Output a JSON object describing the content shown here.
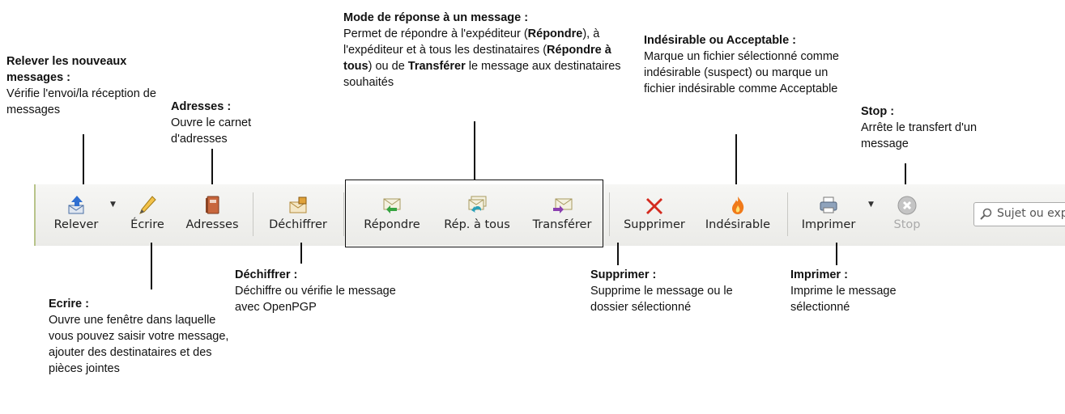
{
  "annotations": {
    "relever": {
      "title": "Relever les nouveaux messages :",
      "text": "Vérifie l'envoi/la réception de messages"
    },
    "adresses": {
      "title": "Adresses :",
      "text": "Ouvre le carnet d'adresses"
    },
    "reponse": {
      "title": "Mode de réponse à un message :",
      "t1": "Permet de répondre à l'expéditeur (",
      "b1": "Répondre",
      "t2": "), à l'expéditeur et à tous les destinataires (",
      "b2": "Répondre à tous",
      "t3": ") ou de ",
      "b3": "Transférer",
      "t4": " le message aux destinataires souhaités"
    },
    "indesirable": {
      "title": "Indésirable ou Acceptable :",
      "text": "Marque un fichier sélectionné comme indésirable (suspect) ou marque un fichier indésirable comme Acceptable"
    },
    "stop": {
      "title": "Stop :",
      "text": "Arrête le transfert d'un message"
    },
    "ecrire": {
      "title": "Ecrire :",
      "text": "Ouvre une fenêtre dans laquelle vous pouvez saisir votre message, ajouter des destinataires et des pièces jointes"
    },
    "dechiffrer": {
      "title": "Déchiffrer :",
      "text": "Déchiffre ou vérifie le message avec OpenPGP"
    },
    "supprimer": {
      "title": "Supprimer :",
      "text": "Supprime le message  ou le dossier sélectionné"
    },
    "imprimer": {
      "title": "Imprimer :",
      "text": "Imprime le message sélectionné"
    }
  },
  "toolbar": {
    "relever": "Relever",
    "ecrire": "Écrire",
    "adresses": "Adresses",
    "dechiffrer": "Déchiffrer",
    "repondre": "Répondre",
    "rep_tous": "Rép. à tous",
    "transferer": "Transférer",
    "supprimer": "Supprimer",
    "indesirable": "Indésirable",
    "imprimer": "Imprimer",
    "stop": "Stop",
    "search_placeholder": "Sujet ou exp"
  },
  "icons": {
    "relever": "get-mail-icon",
    "ecrire": "pencil-icon",
    "adresses": "address-book-icon",
    "dechiffrer": "decrypt-envelope-icon",
    "repondre": "reply-icon",
    "rep_tous": "reply-all-icon",
    "transferer": "forward-icon",
    "supprimer": "delete-x-icon",
    "indesirable": "junk-flame-icon",
    "imprimer": "printer-icon",
    "stop": "stop-icon",
    "search": "search-icon"
  },
  "colors": {
    "toolbar_accent": "#b8c48a",
    "delete_red": "#d42a1e",
    "junk_orange": "#f07a1a"
  }
}
